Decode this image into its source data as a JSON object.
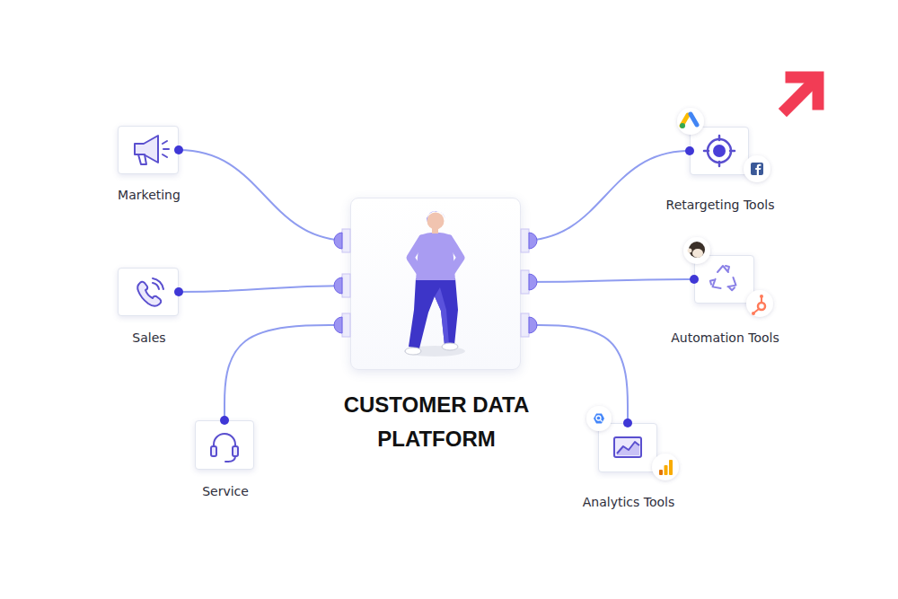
{
  "diagram": {
    "nodes": [
      {
        "text": [
          "Marketing"
        ]
      },
      {
        "text": [
          "Sales"
        ]
      },
      {
        "text": [
          "Service"
        ]
      },
      {
        "text": [
          "CUSTOMER DATA PLATFORM"
        ]
      },
      {
        "text": [
          "Retargeting Tools"
        ]
      },
      {
        "text": [
          "Automation Tools"
        ]
      },
      {
        "text": [
          "Analytics Tools"
        ]
      }
    ],
    "edges": [
      {
        "from": 0,
        "to": 3,
        "arrow": "none"
      },
      {
        "from": 1,
        "to": 3,
        "arrow": "none"
      },
      {
        "from": 2,
        "to": 3,
        "arrow": "none"
      },
      {
        "from": 3,
        "to": 4,
        "arrow": "none"
      },
      {
        "from": 3,
        "to": 5,
        "arrow": "none"
      },
      {
        "from": 3,
        "to": 6,
        "arrow": "none"
      }
    ]
  }
}
